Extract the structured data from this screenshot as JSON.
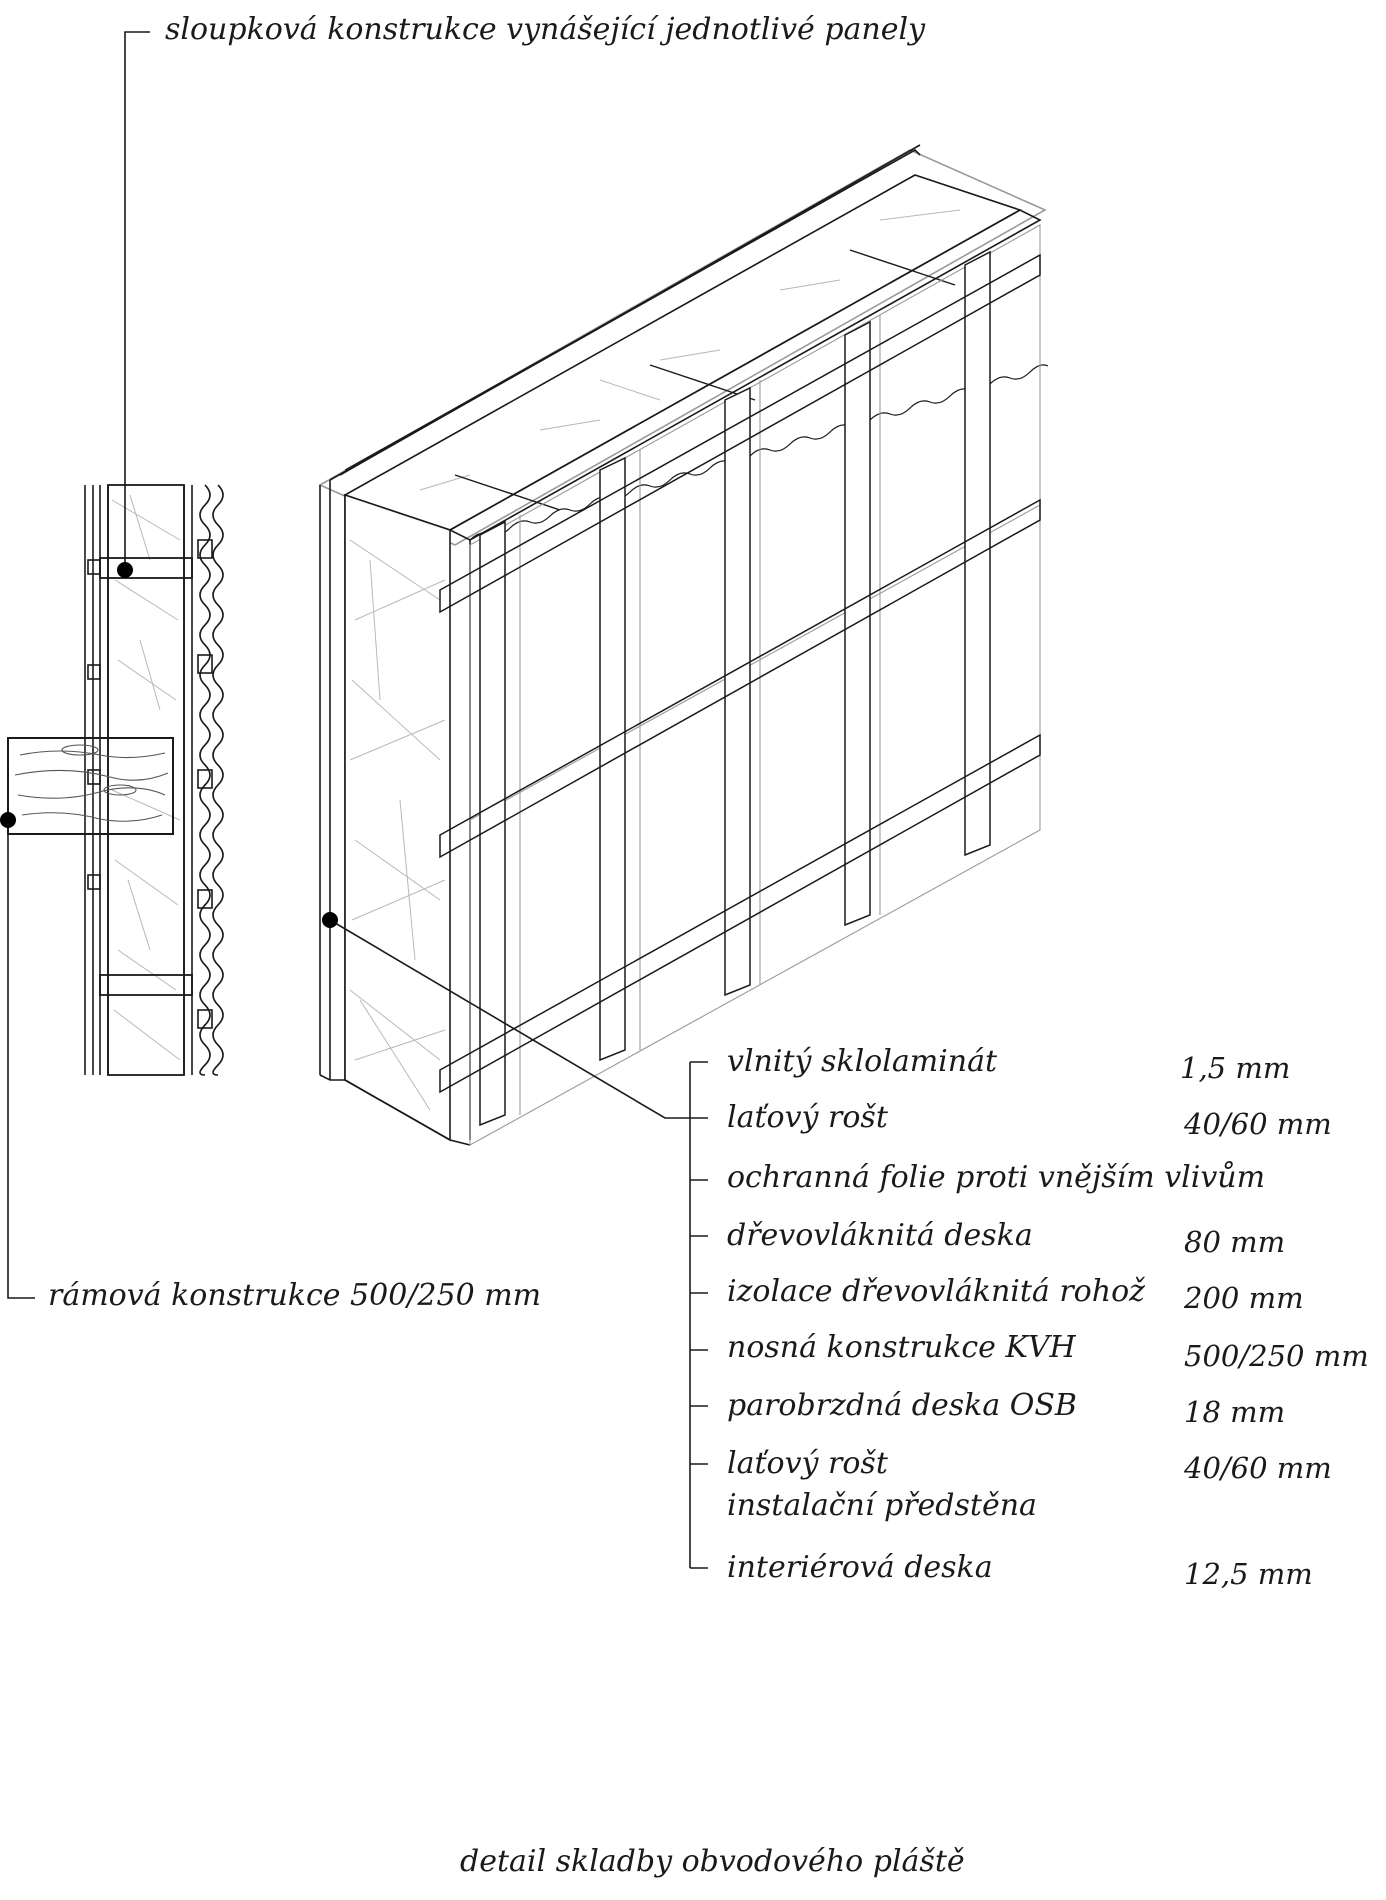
{
  "diagram": {
    "top_label": "sloupková konstrukce vynášející jednotlivé panely",
    "left_label": "rámová konstrukce 500/250 mm",
    "caption": "detail skladby obvodového pláště",
    "layers": [
      {
        "name": "vlnitý sklolaminát",
        "value": "1,5 mm"
      },
      {
        "name": "laťový rošt",
        "value": "40/60 mm"
      },
      {
        "name": "ochranná folie proti vnějším vlivům",
        "value": ""
      },
      {
        "name": "dřevovláknitá deska",
        "value": "80 mm"
      },
      {
        "name": "izolace dřevovláknitá rohož",
        "value": "200 mm"
      },
      {
        "name": "nosná konstrukce KVH",
        "value": "500/250 mm"
      },
      {
        "name": "parobrzdná deska OSB",
        "value": "18 mm"
      },
      {
        "name": "laťový rošt",
        "value": "40/60 mm"
      },
      {
        "name": "instalační předstěna",
        "value": ""
      },
      {
        "name": "interiérová deska",
        "value": "12,5 mm"
      }
    ],
    "colors": {
      "line": "#1a1a1a",
      "light_line": "#9a9a9a",
      "hatch": "#b8b8b8"
    }
  }
}
